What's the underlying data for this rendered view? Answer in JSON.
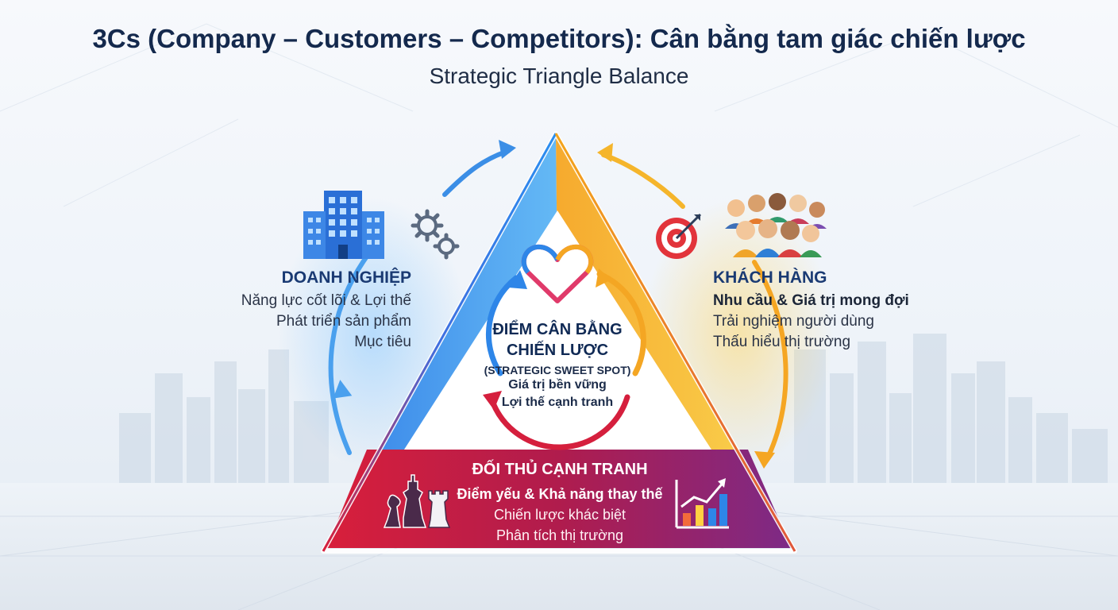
{
  "title": "3Cs (Company – Customers – Competitors): Cân bằng tam giác chiến lược",
  "subtitle": "Strategic Triangle Balance",
  "company": {
    "heading": "DOANH NGHIỆP",
    "lines": [
      "Năng lực cốt lõi & Lợi thế",
      "Phát triển sản phẩm",
      "Mục tiêu"
    ],
    "icon": "office-building-icon",
    "icon2": "gears-icon",
    "color": "#1e78e0"
  },
  "customers": {
    "heading": "KHÁCH HÀNG",
    "lines": [
      "Nhu cầu & Giá trị mong đợi",
      "Trải nghiệm người dùng",
      "Thấu hiểu thị trường"
    ],
    "icon": "target-arrow-icon",
    "icon2": "people-group-icon",
    "color": "#f7b21c"
  },
  "competitors": {
    "heading": "ĐỐI THỦ CẠNH TRANH",
    "lines": [
      "Điểm yếu & Khả năng thay thế",
      "Chiến lược khác biệt",
      "Phân tích thị trường"
    ],
    "icon": "chess-pieces-icon",
    "icon2": "bar-chart-growth-icon",
    "color": "#c8163c"
  },
  "center": {
    "title_line1": "ĐIỂM CÂN BẰNG",
    "title_line2": "CHIẾN LƯỢC",
    "subtitle": "(STRATEGIC SWEET SPOT)",
    "lines": [
      "Giá trị bền vững",
      "Lợi thế cạnh tranh"
    ],
    "icon": "heart-icon"
  }
}
